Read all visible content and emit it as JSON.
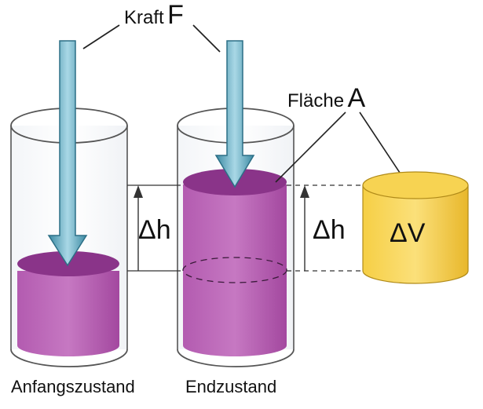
{
  "labels": {
    "force_word": "Kraft",
    "force_symbol": "F",
    "area_word": "Fläche",
    "area_symbol": "A",
    "delta_h_left": "Δh",
    "delta_h_right": "Δh",
    "delta_v": "ΔV",
    "initial_state": "Anfangszustand",
    "final_state": "Endzustand"
  },
  "colors": {
    "liquid": "#a0489e",
    "liquid_top": "#7d2a7f",
    "arrow": "#6fb3c8",
    "arrow_edge": "#2c6f86",
    "volume_body": "#f0c43a",
    "volume_top": "#e3b62a",
    "glass_line": "#4a4a4a"
  }
}
